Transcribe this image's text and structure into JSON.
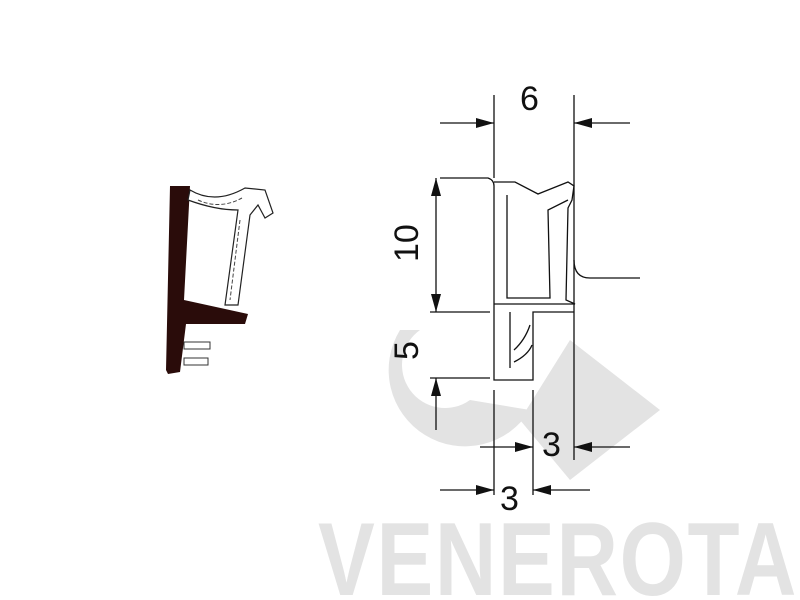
{
  "watermark": {
    "brand": "VENEROTA",
    "color": "#e3e3e3"
  },
  "profile": {
    "fill_color": "#2a0c0a"
  },
  "dimensions": {
    "top_width": "6",
    "upper_height": "10",
    "lower_height": "5",
    "right_width": "3",
    "bottom_width": "3"
  }
}
